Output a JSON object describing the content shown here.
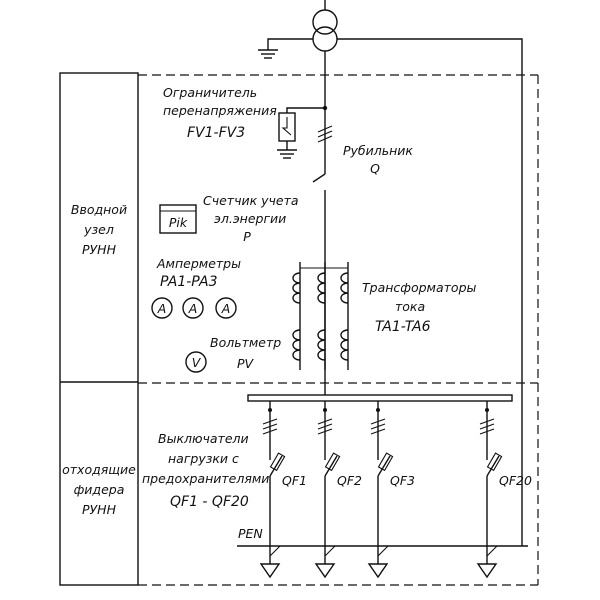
{
  "left_panel": {
    "top": [
      "Вводной",
      "узел",
      "РУНН"
    ],
    "bottom": [
      "отходящие",
      "фидера",
      "РУНН"
    ]
  },
  "labels": {
    "surge": [
      "Ограничитель",
      "перенапряжения",
      "FV1-FV3"
    ],
    "switch": [
      "Рубильник",
      "Q"
    ],
    "meter": [
      "Счетчик учета",
      "эл.энергии",
      "P"
    ],
    "meter_box": "Pik",
    "ammeters": [
      "Амперметры",
      "PA1-PA3"
    ],
    "ammeter_symbol": "A",
    "voltmeter": [
      "Вольтметр",
      "PV"
    ],
    "voltmeter_symbol": "V",
    "ct": [
      "Трансформаторы",
      "тока",
      "TA1-TA6"
    ],
    "breakers": [
      "Выключатели",
      "нагрузки с",
      "предохранителями",
      "QF1 - QF20"
    ],
    "pen": "PEN"
  },
  "feeders": [
    "QF1",
    "QF2",
    "QF3",
    "QF20"
  ]
}
